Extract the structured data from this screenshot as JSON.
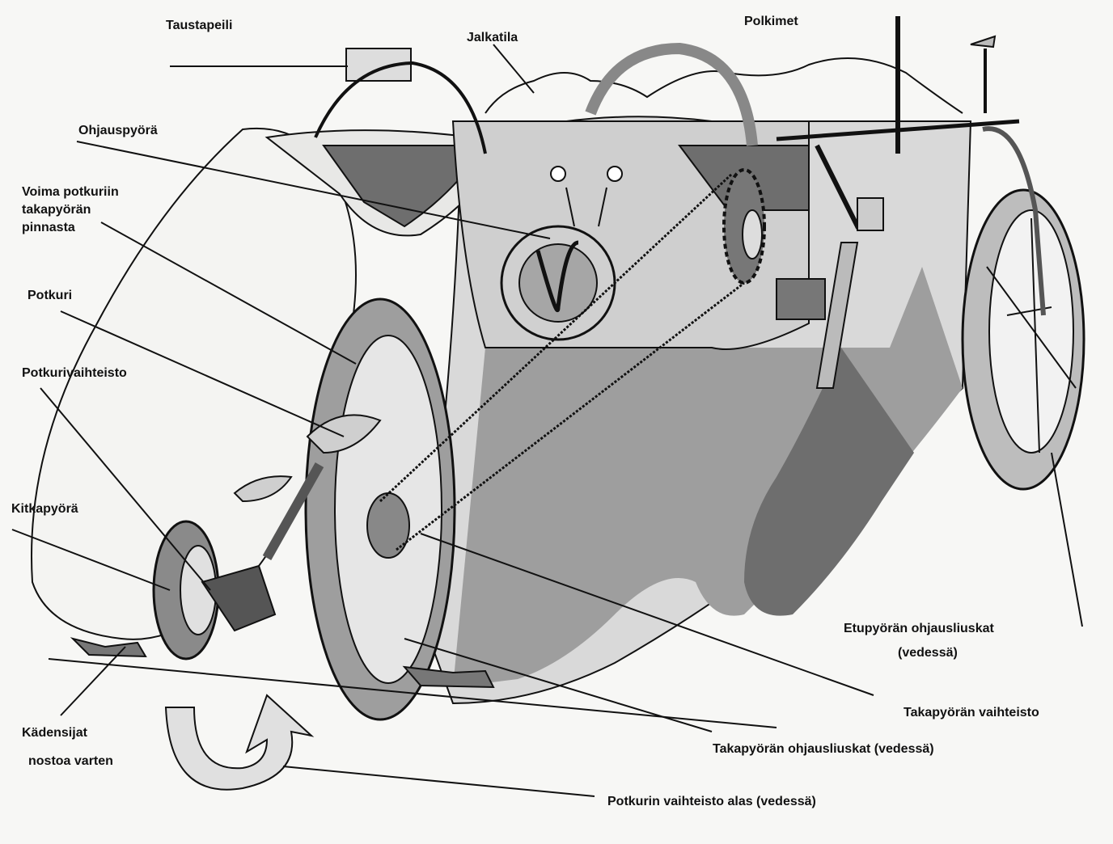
{
  "labels": {
    "taustapeili": "Taustapeili",
    "jalkatila": "Jalkatila",
    "polkimet": "Polkimet",
    "ohjauspyora": "Ohjauspyörä",
    "voima_1": "Voima potkuriin",
    "voima_2": "takapyörän",
    "voima_3": "pinnasta",
    "potkuri": "Potkuri",
    "potkurivaihteisto": "Potkurivaihteisto",
    "kitkapyora": "Kitkapyörä",
    "kadensijat_1": "Kädensijat",
    "kadensijat_2": "nostoa varten",
    "etupyoran_1": "Etupyörän ohjausliuskat",
    "etupyoran_2": "(vedessä)",
    "takapyoran_vaihteisto": "Takapyörän vaihteisto",
    "takapyoran_ohjausliuskat": "Takapyörän ohjausliuskat (vedessä)",
    "potkurin_vaihteisto": "Potkurin vaihteisto alas (vedessä)"
  },
  "colors": {
    "ink": "#111111",
    "light_grey": "#d9d9d9",
    "mid_grey": "#9e9e9e",
    "dark_grey": "#6e6e6e",
    "paper": "#f7f7f5"
  }
}
